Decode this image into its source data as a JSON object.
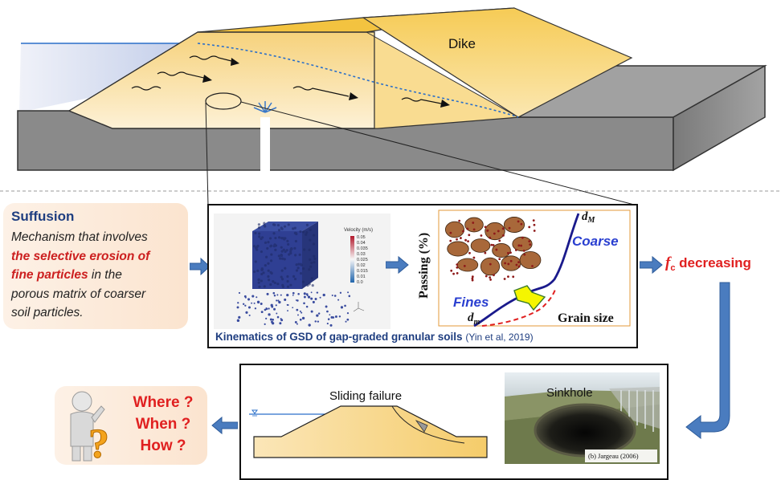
{
  "dike": {
    "label": "Dike"
  },
  "suffusion": {
    "title": "Suffusion",
    "text_line1": "Mechanism that involves",
    "text_em1": "the selective erosion of",
    "text_em2": "fine particles",
    "text_line3_rest": " in the",
    "text_line4": "porous matrix of coarser",
    "text_line5": "soil particles."
  },
  "simulation": {
    "legend_title": "Velocity (m/s)",
    "legend_ticks": [
      "0.05",
      "0.04",
      "0.035",
      "0.03",
      "0.025",
      "0.02",
      "0.015",
      "0.01",
      "0.0"
    ]
  },
  "gsd_plot": {
    "ylabel": "Passing (%)",
    "xlabel": "Grain size",
    "label_dM": "d",
    "label_dM_sub": "M",
    "label_dm": "d",
    "label_dm_sub": "m",
    "label_coarse": "Coarse",
    "label_fines": "Fines"
  },
  "kinematics": {
    "caption": "Kinematics of GSD of gap-graded granular soils",
    "citation": "(Yin et al, 2019)"
  },
  "result": {
    "symbol": "f",
    "symbol_sub": "c",
    "text": " decreasing"
  },
  "failure": {
    "sliding_label": "Sliding failure",
    "sinkhole_label": "Sinkhole",
    "photo_caption": "(b) Jargeau (2006)"
  },
  "questions": {
    "where": "Where ?",
    "when": "When ?",
    "how": "How ?"
  },
  "colors": {
    "dike_fill": "#f8d679",
    "ground": "#8c8c8c",
    "water_line": "#2a6fc9",
    "arrow_blue": "#4a7cbf",
    "accent_red": "#e02020",
    "title_blue": "#1f3e80"
  }
}
